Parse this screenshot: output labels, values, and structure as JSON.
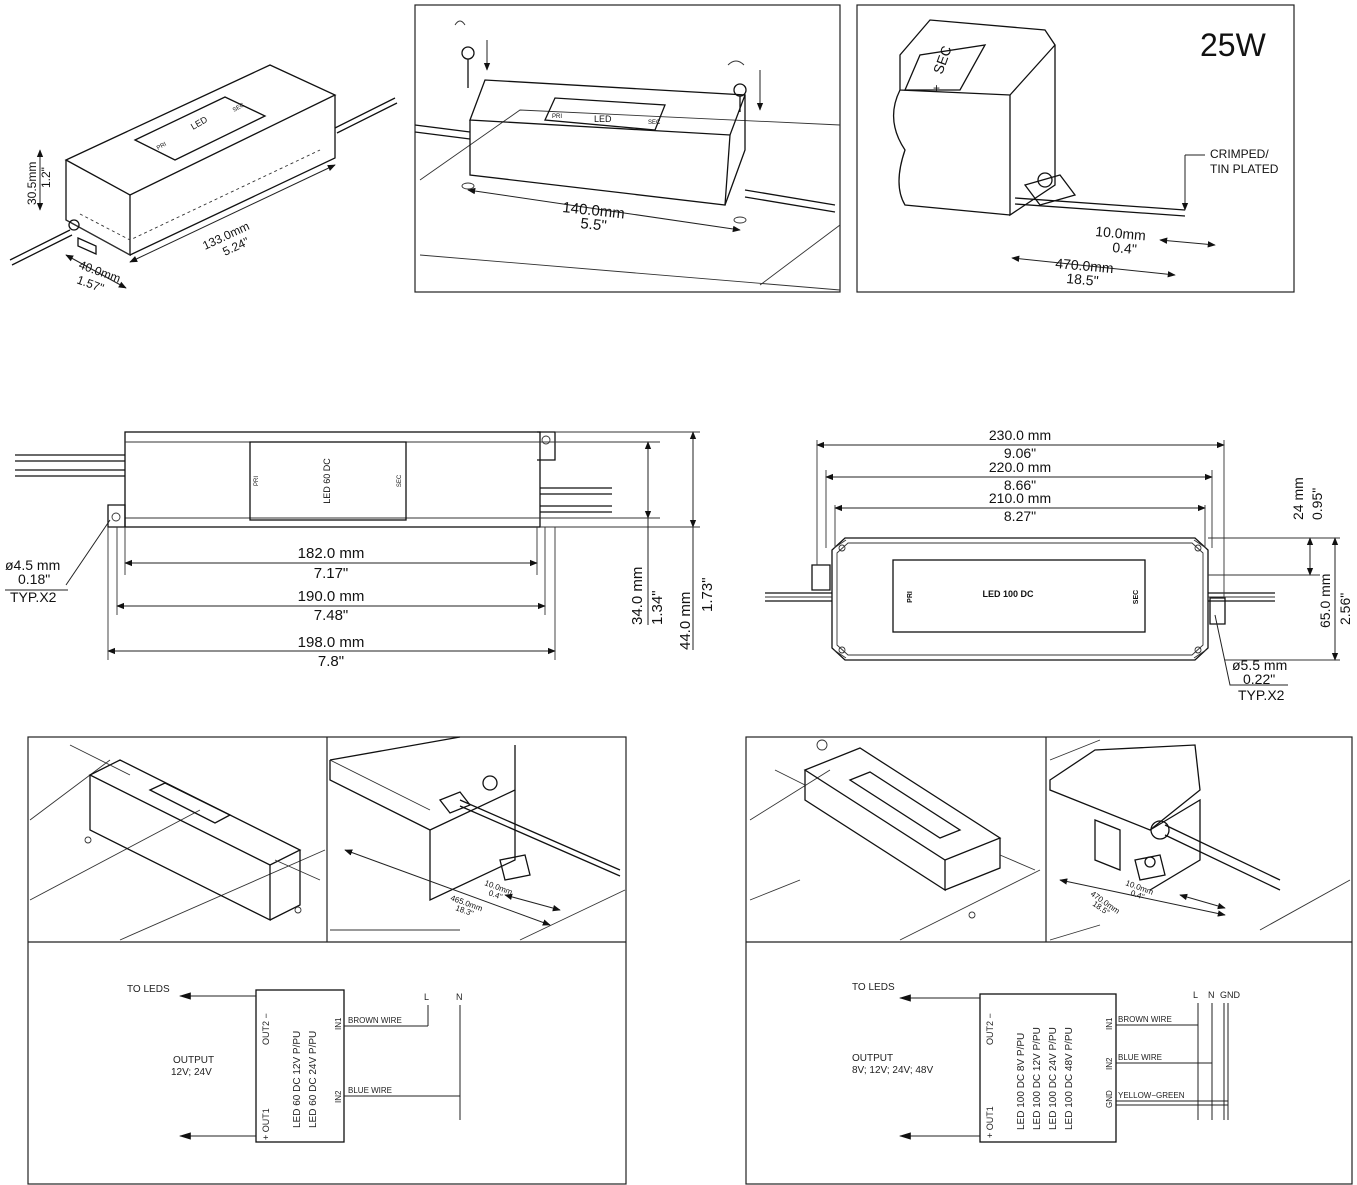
{
  "iso_driver": {
    "label_led": "LED",
    "label_pri": "PRI",
    "label_sec": "SEC",
    "height_mm": "30.5mm",
    "height_in": "1.2\"",
    "length_mm": "133.0mm",
    "length_in": "5.24\"",
    "width_mm": "40.0mm",
    "width_in": "1.57\""
  },
  "mount_view": {
    "label_led": "LED",
    "label_pri": "PRI",
    "label_sec": "SEC",
    "spacing_mm": "140.0mm",
    "spacing_in": "5.5\""
  },
  "wire_view": {
    "power_label": "25W",
    "label_sec": "SEC",
    "plus": "+",
    "crimped_1": "CRIMPED/",
    "crimped_2": "TIN PLATED",
    "strip_mm": "10.0mm",
    "strip_in": "0.4\"",
    "lead_mm": "470.0mm",
    "lead_in": "18.5\""
  },
  "led60_top": {
    "label": "LED 60 DC",
    "pri": "PRI",
    "sec": "SEC",
    "hole_mm": "ø4.5 mm",
    "hole_in": "0.18\"",
    "hole_typ": "TYP.X2",
    "d182_mm": "182.0 mm",
    "d182_in": "7.17\"",
    "d190_mm": "190.0 mm",
    "d190_in": "7.48\"",
    "d198_mm": "198.0 mm",
    "d198_in": "7.8\"",
    "d34_mm": "34.0 mm",
    "d34_in": "1.34\"",
    "d44_mm": "44.0 mm",
    "d44_in": "1.73\""
  },
  "led100_top": {
    "label": "LED 100 DC",
    "pri": "PRI",
    "sec": "SEC",
    "d230_mm": "230.0 mm",
    "d230_in": "9.06\"",
    "d220_mm": "220.0 mm",
    "d220_in": "8.66\"",
    "d210_mm": "210.0 mm",
    "d210_in": "8.27\"",
    "d24_mm": "24 mm",
    "d24_in": "0.95\"",
    "d65_mm": "65.0 mm",
    "d65_in": "2.56\"",
    "hole_mm": "ø5.5 mm",
    "hole_in": "0.22\"",
    "hole_typ": "TYP.X2"
  },
  "led60_install": {
    "strip_mm": "10.0mm",
    "strip_in": "0.4\"",
    "lead_mm": "465.0mm",
    "lead_in": "18.3\""
  },
  "led100_install": {
    "strip_mm": "10.0mm",
    "strip_in": "0.4\"",
    "lead_mm": "470.0mm",
    "lead_in": "18.5\""
  },
  "wiring60": {
    "to_leds": "TO LEDS",
    "output_1": "OUTPUT",
    "output_2": "12V; 24V",
    "out2": "OUT2 −",
    "out1": "+ OUT1",
    "model_1": "LED 60 DC 12V P/PU",
    "model_2": "LED 60 DC 24V P/PU",
    "in1": "IN1",
    "in2": "IN2",
    "brown": "BROWN WIRE",
    "blue": "BLUE WIRE",
    "L": "L",
    "N": "N"
  },
  "wiring100": {
    "to_leds": "TO LEDS",
    "output_1": "OUTPUT",
    "output_2": "8V; 12V; 24V; 48V",
    "out2": "OUT2 −",
    "out1": "+ OUT1",
    "model_1": "LED 100 DC 8V P/PU",
    "model_2": "LED 100 DC 12V P/PU",
    "model_3": "LED 100 DC 24V P/PU",
    "model_4": "LED 100 DC 48V P/PU",
    "in1": "IN1",
    "in2": "IN2",
    "gnd": "GND",
    "brown": "BROWN WIRE",
    "blue": "BLUE WIRE",
    "yellow_green": "YELLOW−GREEN",
    "L": "L",
    "N": "N",
    "GND": "GND"
  }
}
